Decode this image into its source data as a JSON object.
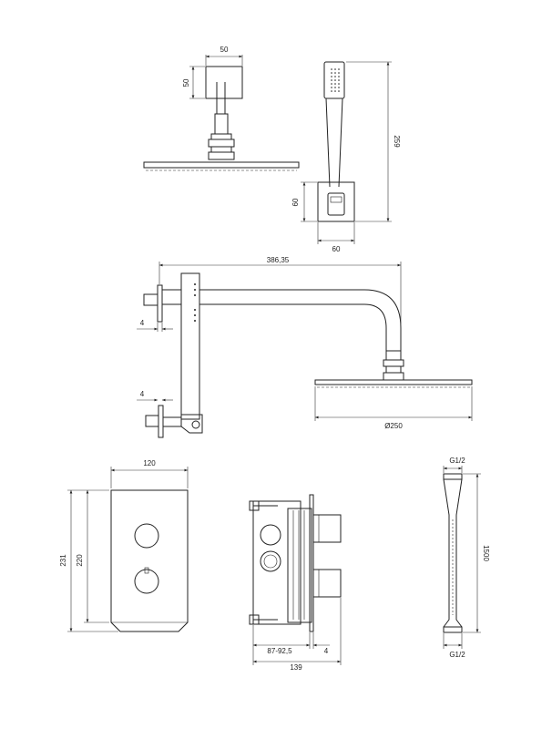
{
  "dimensions": {
    "arm_width": "50",
    "arm_height": "50",
    "hand_height": "259",
    "holder_height": "60",
    "holder_width": "60",
    "arm_length": "386,35",
    "offset_top": "4",
    "offset_bottom": "4",
    "head_diameter": "Ø250",
    "panel_width": "120",
    "panel_total_height": "231",
    "panel_height": "220",
    "box_depth": "87-92,5",
    "box_offset": "4",
    "box_width": "139",
    "hose_top_thread": "G1/2",
    "hose_length": "1500",
    "hose_bottom_thread": "G1/2"
  }
}
